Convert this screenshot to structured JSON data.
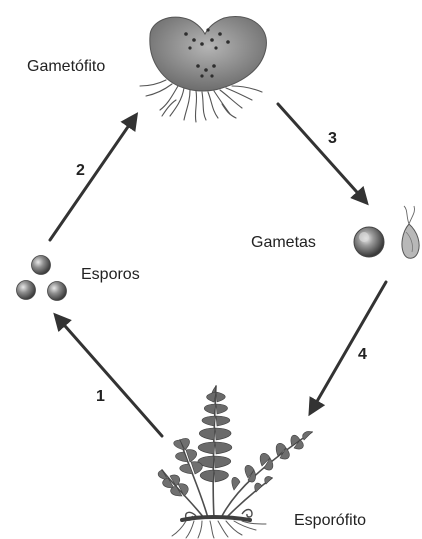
{
  "labels": {
    "gametofito": "Gametófito",
    "esporos": "Esporos",
    "gametas": "Gametas",
    "esporofito": "Esporófito"
  },
  "steps": [
    "1",
    "2",
    "3",
    "4"
  ],
  "colors": {
    "arrow": "#333333",
    "thallus": "#8a8a8a",
    "thallus_dark": "#555555",
    "spore": "#6e6e6e",
    "fern": "#5b5b5b",
    "root": "#6a6a6a"
  },
  "icons": [
    "gametophyte-illustration",
    "spore-cluster",
    "egg-cell-icon",
    "sperm-cell-icon",
    "fern-sporophyte-illustration"
  ]
}
